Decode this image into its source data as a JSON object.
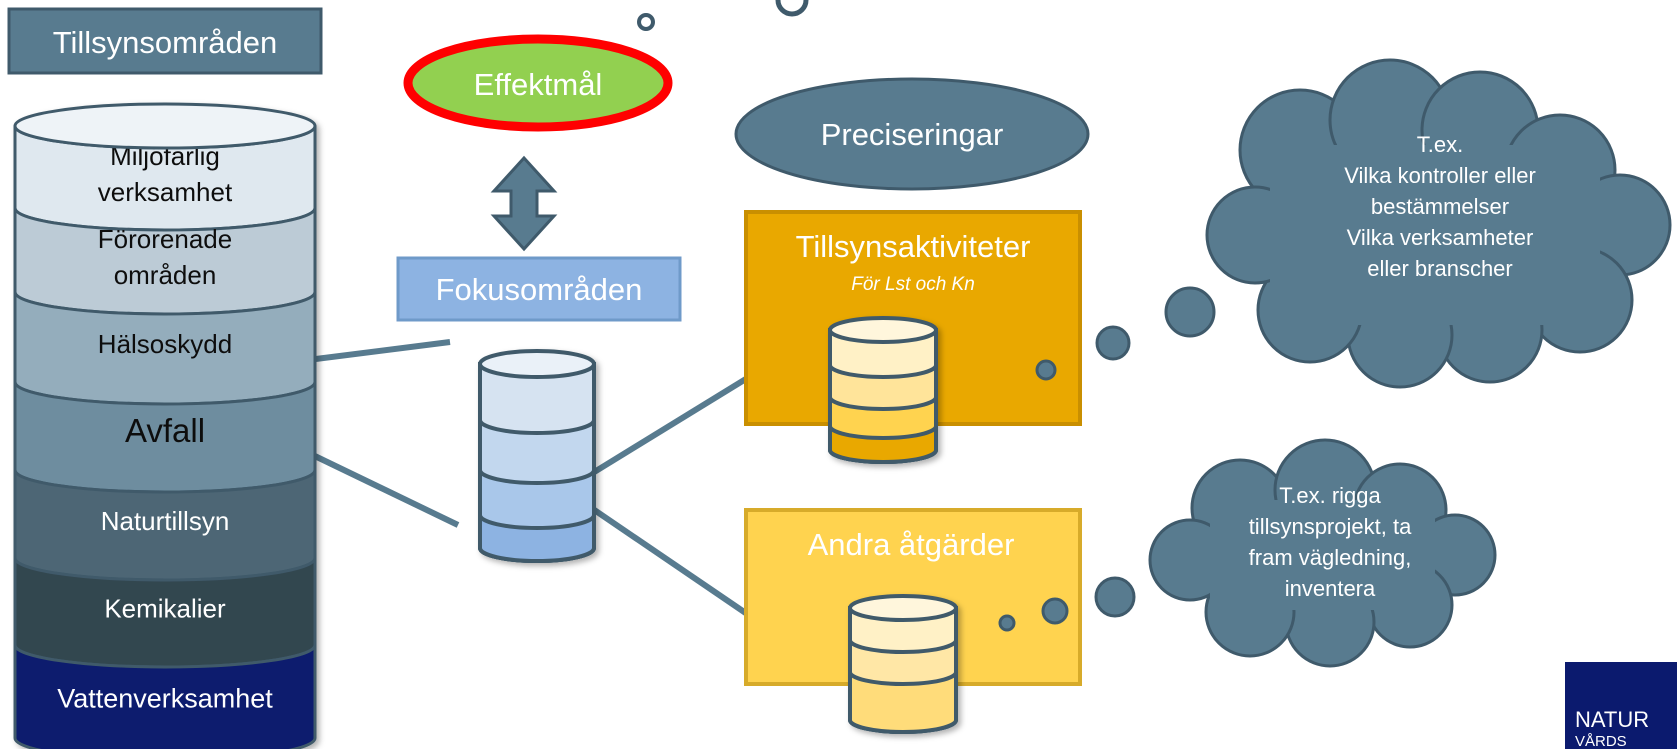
{
  "header": {
    "title": "Tillsynsområden"
  },
  "goal": {
    "label": "Effektmål"
  },
  "focus": {
    "label": "Fokusområden"
  },
  "refinements": {
    "label": "Preciseringar"
  },
  "areas": [
    {
      "lines": [
        "Miljöfarlig",
        "verksamhet"
      ],
      "fill": "#dfe8ef",
      "text_color": "#111111"
    },
    {
      "lines": [
        "Förorenade",
        "områden"
      ],
      "fill": "#bccbd6",
      "text_color": "#111111"
    },
    {
      "lines": [
        "Hälsoskydd"
      ],
      "fill": "#94adbc",
      "text_color": "#111111"
    },
    {
      "lines": [
        "Avfall"
      ],
      "fill": "#6e8d9f",
      "text_color": "#111111"
    },
    {
      "lines": [
        "Naturtillsyn"
      ],
      "fill": "#4d6674",
      "text_color": "#ffffff"
    },
    {
      "lines": [
        "Kemikalier"
      ],
      "fill": "#334650",
      "text_color": "#ffffff"
    },
    {
      "lines": [
        "Vattenverksamhet"
      ],
      "fill": "#0b1a6e",
      "text_color": "#ffffff"
    }
  ],
  "activities": {
    "title": "Tillsynsaktiviteter",
    "subtitle": "För Lst och Kn"
  },
  "other_measures": {
    "title": "Andra åtgärder"
  },
  "cloud_top": {
    "lines": [
      "T.ex.",
      "Vilka kontroller eller",
      "bestämmelser",
      "Vilka verksamheter",
      "eller branscher"
    ]
  },
  "cloud_bottom": {
    "lines": [
      "T.ex. rigga",
      "tillsynsprojekt, ta",
      "fram vägledning,",
      "inventera"
    ]
  },
  "logo": {
    "lines": [
      "NATUR",
      "VÅRDS"
    ]
  },
  "colors": {
    "slate": "#587b8f",
    "slate_dark": "#3f5a6b",
    "green": "#92d050",
    "red_ring": "#ff0000",
    "focus_fill": "#8db3e2",
    "orange": "#e9a800",
    "yellow": "#ffd34f",
    "navy": "#0b1a6e"
  }
}
